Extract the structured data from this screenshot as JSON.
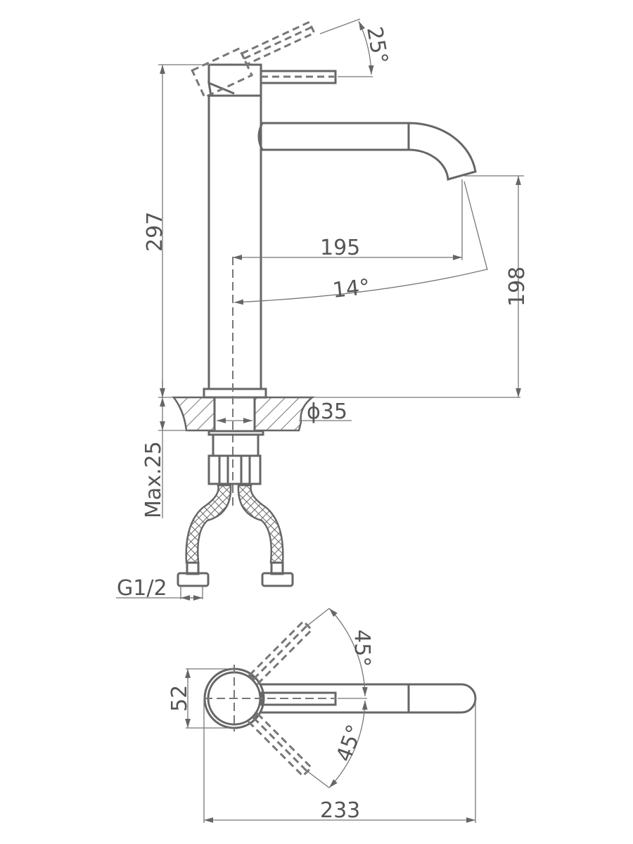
{
  "dimensions": {
    "handle_tilt_angle": "25°",
    "total_height": "297",
    "spout_reach": "195",
    "spout_angle": "14°",
    "spout_height": "198",
    "hole_diameter": "ϕ35",
    "max_counter_thickness": "Max.25",
    "connection_thread": "G1/2",
    "body_diameter": "52",
    "rotation_angle_upper": "45°",
    "rotation_angle_lower": "45°",
    "total_length": "233"
  },
  "colors": {
    "line": "#666666",
    "text": "#555555"
  }
}
